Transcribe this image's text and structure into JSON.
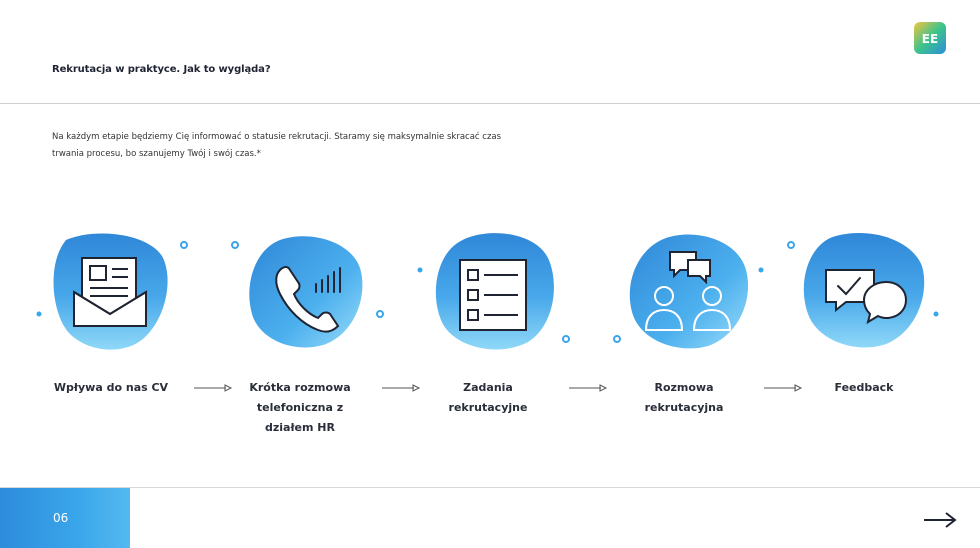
{
  "header": {
    "title": "Rekrutacja w praktyce. Jak to wygląda?",
    "logo_text": "EE"
  },
  "intro": {
    "line1": "Na każdym etapie będziemy Cię informować o statusie rekrutacji. Staramy się maksymalnie skracać czas",
    "line2": "trwania procesu, bo szanujemy Twój i swój czas.*"
  },
  "steps": [
    {
      "icon": "cv-envelope-icon",
      "line1": "Wpływa do nas CV"
    },
    {
      "icon": "phone-call-icon",
      "line1": "Krótka rozmowa",
      "line2": "telefoniczna z",
      "line3": "działem HR"
    },
    {
      "icon": "checklist-icon",
      "line1": "Zadania",
      "line2": "rekrutacyjne"
    },
    {
      "icon": "people-chat-icon",
      "line1": "Rozmowa",
      "line2": "rekrutacyjna"
    },
    {
      "icon": "feedback-bubbles-icon",
      "line1": "Feedback"
    }
  ],
  "footer": {
    "page_number": "06",
    "next_glyph": "→"
  },
  "colors": {
    "accent": "#2d8cdc",
    "blob_light": "#7fd0f6",
    "blob_dark": "#2f87d8",
    "text": "#1f2433"
  }
}
